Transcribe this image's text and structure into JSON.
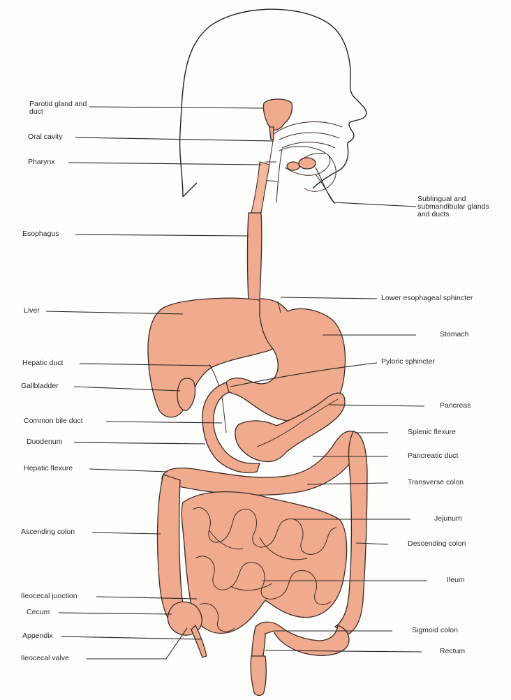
{
  "labels": {
    "parotid": "Parotid gland and duct",
    "oral_cavity": "Oral cavity",
    "pharynx": "Pharynx",
    "sublingual": "Sublingual and submandibular glands and ducts",
    "esophagus": "Esophagus",
    "lower_sphincter": "Lower esophageal sphincter",
    "liver": "Liver",
    "stomach": "Stomach",
    "hepatic_duct": "Hepatic duct",
    "pyloric": "Pyloric sphincter",
    "gallbladder": "Gallbladder",
    "pancreas": "Pancreas",
    "common_bile_duct": "Common bile duct",
    "splenic_flexure": "Splenic flexure",
    "duodenum": "Duodenum",
    "pancreatic_duct": "Pancreatic duct",
    "hepatic_flexure": "Hepatic flexure",
    "transverse_colon": "Transverse colon",
    "jejunum": "Jejunum",
    "ascending_colon": "Ascending colon",
    "descending_colon": "Descending colon",
    "ileum": "Ileum",
    "ileocecal_junction": "Ileocecal junction",
    "cecum": "Cecum",
    "sigmoid_colon": "Sigmoid colon",
    "appendix": "Appendix",
    "rectum": "Rectum",
    "ileocecal_valve": "Ileocecal valve"
  },
  "colors": {
    "organ_fill": "#f0aa8e",
    "outline": "#3a2a26"
  }
}
